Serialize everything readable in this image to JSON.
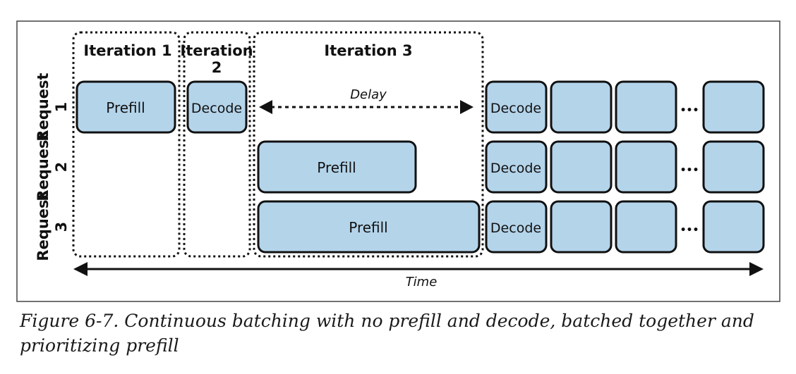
{
  "iterations": {
    "one": "Iteration 1",
    "two_line1": "Iteration",
    "two_line2": "2",
    "three": "Iteration 3"
  },
  "rows": {
    "r1_line1": "Request",
    "r1_line2": "1",
    "r2_line1": "Request",
    "r2_line2": "2",
    "r3_line1": "Request",
    "r3_line2": "3"
  },
  "blocks": {
    "prefill": "Prefill",
    "decode": "Decode"
  },
  "delay_label": "Delay",
  "ellipsis": "•••",
  "time_label": "Time",
  "caption": "Figure 6-7. Continuous batching with no prefill and decode, batched together and prioritizing prefill",
  "colors": {
    "block_fill": "#b4d4ea",
    "outline": "#111111",
    "frame": "#444444"
  }
}
